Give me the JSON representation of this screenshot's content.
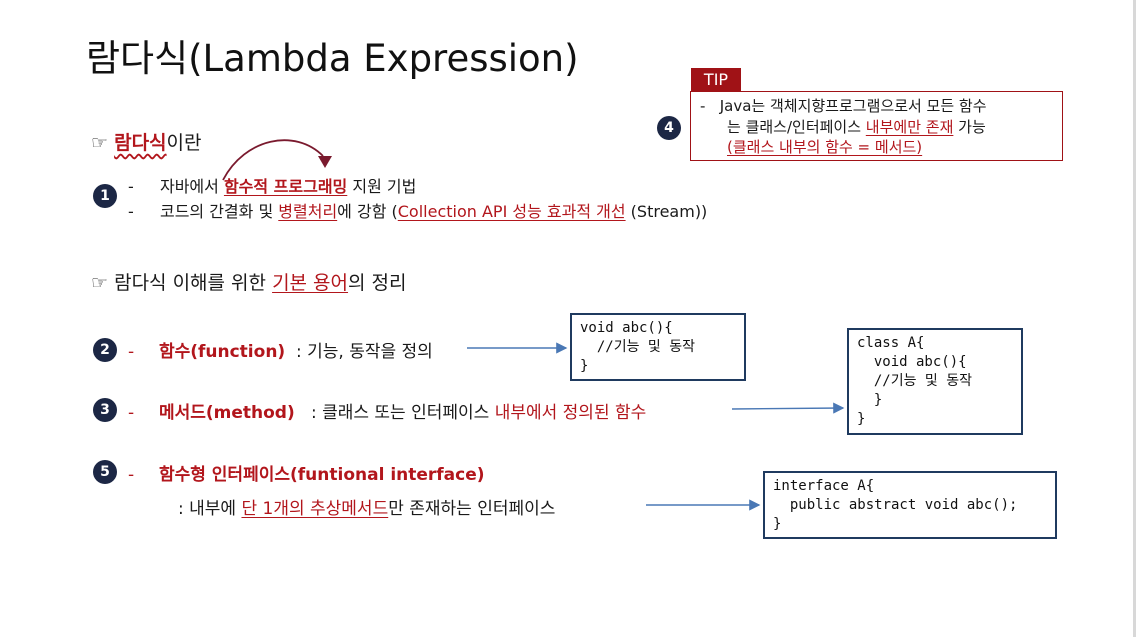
{
  "title": "람다식(Lambda Expression)",
  "hand_symbol": "☞",
  "section1": {
    "highlight": "람다식",
    "rest": "이란"
  },
  "badges": {
    "b1": "1",
    "b2": "2",
    "b3": "3",
    "b4": "4",
    "b5": "5"
  },
  "dash": "-",
  "bullet1": {
    "pre": "자바에서 ",
    "highlight": "함수적 프로그래밍",
    "post": " 지원 기법"
  },
  "bullet2": {
    "pre": "코드의 간결화 및 ",
    "highlight": "병렬처리",
    "mid": "에 강함 (",
    "link": "Collection API 성능 효과적 개선",
    "post": " (Stream))"
  },
  "tip": {
    "label": "TIP",
    "line1": "Java는 객체지향프로그램으로서 모든 함수",
    "line2_pre": "는 클래스/인터페이스 ",
    "line2_highlight": "내부에만 존재",
    "line2_post": " 가능",
    "line3": "(클래스 내부의 함수 = 메서드)"
  },
  "section2": {
    "pre": "람다식 이해를 위한 ",
    "highlight": "기본 용어",
    "post": "의 정리"
  },
  "term_function": {
    "label": "함수(function)",
    "desc": ": 기능, 동작을 정의"
  },
  "term_method": {
    "label": "메서드(method)",
    "desc_pre": ": 클래스 또는 인터페이스 ",
    "desc_highlight": "내부에서 정의된 함수"
  },
  "term_functional_interface": {
    "label": "함수형 인터페이스(funtional interface)",
    "desc_pre": ": 내부에 ",
    "desc_highlight": "단 1개의 추상메서드",
    "desc_post": "만 존재하는 인터페이스"
  },
  "code_function": "void abc(){\n  //기능 및 동작\n}",
  "code_class": "class A{\n  void abc(){\n  //기능 및 동작\n  }\n}",
  "code_interface": "interface A{\n  public abstract void abc();\n}",
  "colors": {
    "accent_red": "#b2161c",
    "badge_navy": "#1c2745",
    "box_border": "#1f3a5f",
    "arrow_blue": "#4a78b5"
  }
}
